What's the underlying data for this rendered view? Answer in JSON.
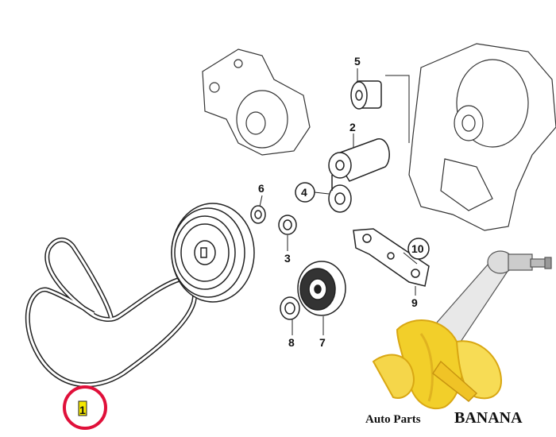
{
  "callouts": [
    {
      "id": "1",
      "label": "1"
    },
    {
      "id": "2",
      "label": "2"
    },
    {
      "id": "3",
      "label": "3"
    },
    {
      "id": "4",
      "label": "4"
    },
    {
      "id": "5",
      "label": "5"
    },
    {
      "id": "6",
      "label": "6"
    },
    {
      "id": "7",
      "label": "7"
    },
    {
      "id": "8",
      "label": "8"
    },
    {
      "id": "9",
      "label": "9"
    },
    {
      "id": "10",
      "label": "10"
    }
  ],
  "brand": {
    "prefix": "Auto Parts",
    "name": "BANANA",
    "colors": {
      "banana": "#f2cf2a",
      "banana_dark": "#d9a713",
      "text": "#111111"
    }
  },
  "highlight": {
    "color": "#e0103a",
    "fill": "#f5e800"
  },
  "icons": [
    "serpentine-belt-icon",
    "crankshaft-pulley-icon",
    "belt-tensioner-icon",
    "idler-pulley-icon",
    "water-pump-icon",
    "alternator-icon",
    "tensioner-bracket-icon",
    "banana-logo-icon",
    "stabilizer-link-icon"
  ]
}
